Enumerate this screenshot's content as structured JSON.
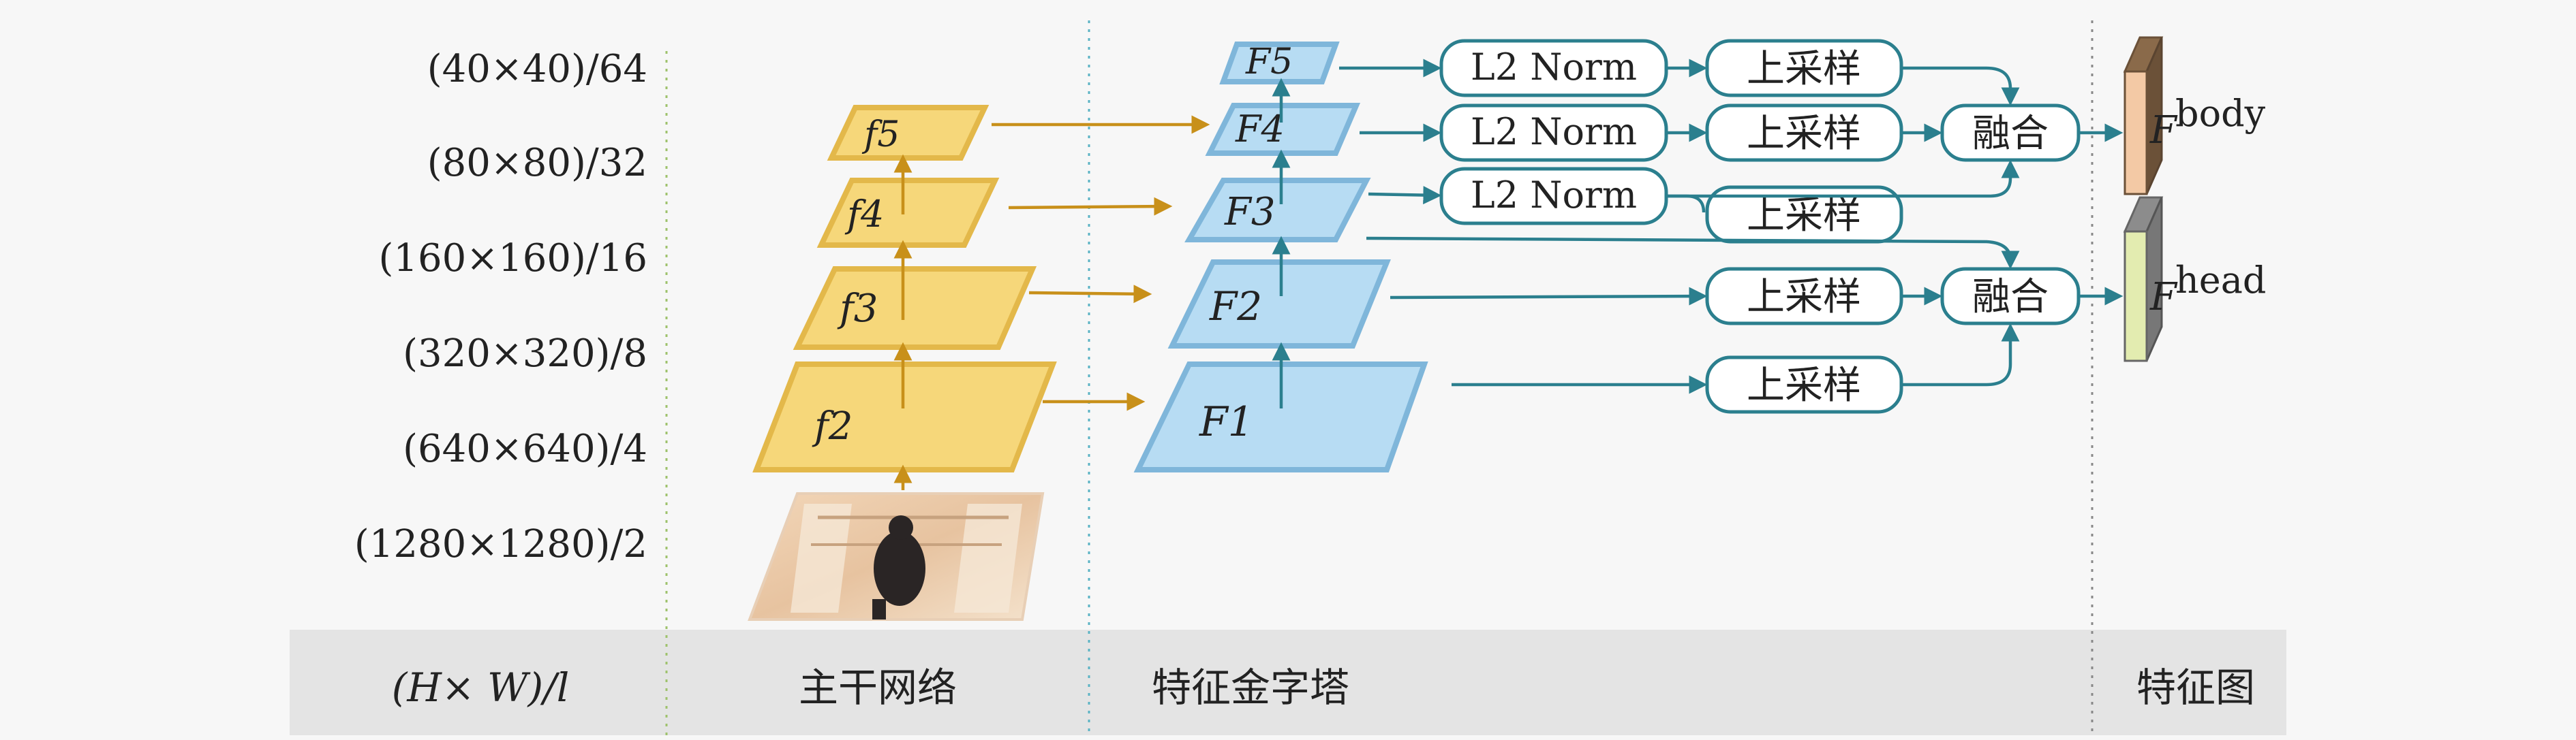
{
  "scales": [
    "(40×40)/64",
    "(80×80)/32",
    "(160×160)/16",
    "(320×320)/8",
    "(640×640)/4",
    "(1280×1280)/2"
  ],
  "footer": {
    "col_axis": "(H× W)/l",
    "backbone": "主干网络",
    "pyramid": "特征金字塔",
    "featuremap": "特征图"
  },
  "backbone_layers": {
    "f5": "f5",
    "f4": "f4",
    "f3": "f3",
    "f2": "f2"
  },
  "pyramid_layers": {
    "F5": "F5",
    "F4": "F4",
    "F3": "F3",
    "F2": "F2",
    "F1": "F1"
  },
  "ops": {
    "l2norm": "L2 Norm",
    "upsample": "上采样",
    "fuse": "融合"
  },
  "outputs": {
    "body_base": "F",
    "body_sup": "body",
    "head_base": "F",
    "head_sup": "head"
  },
  "colors": {
    "backbone": "#f6d77a",
    "pyramid": "#b7dcf3",
    "arrow_teal": "#2b7f8e",
    "arrow_gold": "#c8901a",
    "footer_band": "#e4e4e4"
  },
  "icons": [
    "input-photo",
    "feature-map-block-body",
    "feature-map-block-head"
  ]
}
